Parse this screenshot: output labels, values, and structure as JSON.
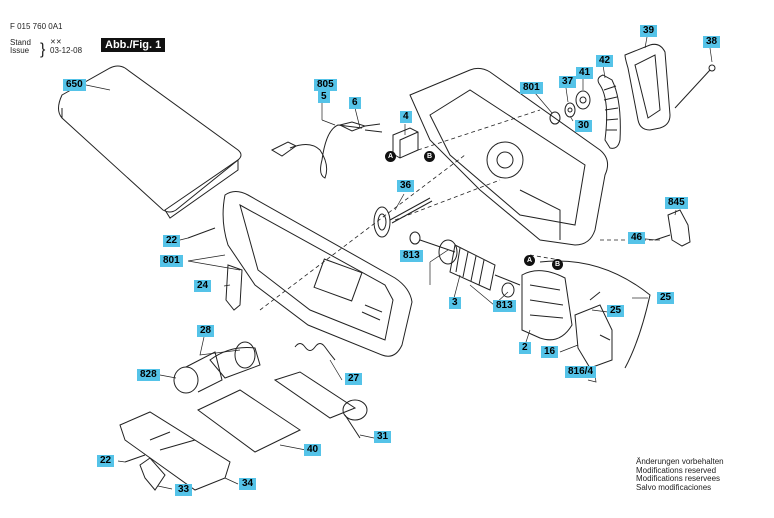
{
  "header": {
    "code": "F 015 760 0A1",
    "stand_label": "Stand",
    "issue_label": "Issue",
    "date": "03-12-08",
    "figure_title": "Abb./Fig. 1"
  },
  "notes": [
    "Änderungen vorbehalten",
    "Modifications reserved",
    "Modifications reservees",
    "Salvo modificaciones"
  ],
  "labels": {
    "p650": "650",
    "p805": "805",
    "p5": "5",
    "p6": "6",
    "p4": "4",
    "p801_top": "801",
    "p37": "37",
    "p41": "41",
    "p42": "42",
    "p39": "39",
    "p38": "38",
    "p30": "30",
    "p36": "36",
    "p845": "845",
    "p46": "46",
    "p22_top": "22",
    "p801_left": "801",
    "p813_a": "813",
    "p24": "24",
    "p3": "3",
    "p813_b": "813",
    "p25_a": "25",
    "p25_b": "25",
    "p28": "28",
    "p2": "2",
    "p16": "16",
    "p828": "828",
    "p27": "27",
    "p8164": "816/4",
    "p31": "31",
    "p40": "40",
    "p22_bottom": "22",
    "p34": "34",
    "p33": "33"
  },
  "connectors": {
    "a": "A",
    "b": "B"
  },
  "colors": {
    "label_bg": "#55c3e8",
    "line": "#222222"
  }
}
